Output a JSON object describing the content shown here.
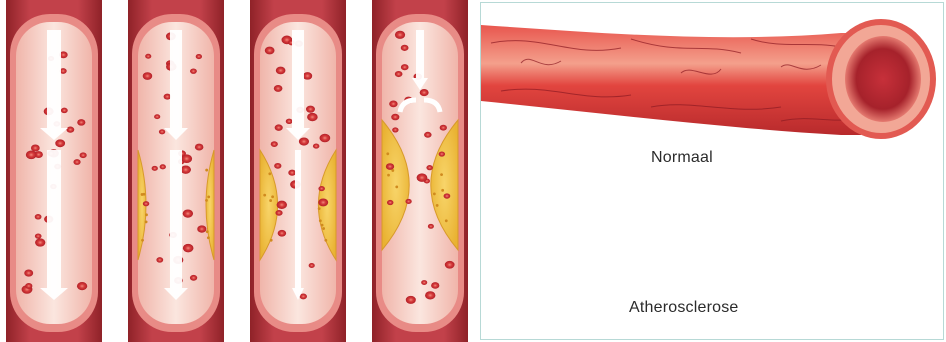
{
  "stages": [
    {
      "id": "stage-1",
      "plaque": "none"
    },
    {
      "id": "stage-2",
      "plaque": "slight"
    },
    {
      "id": "stage-3",
      "plaque": "moderate"
    },
    {
      "id": "stage-4",
      "plaque": "severe"
    }
  ],
  "arteries": {
    "normal": {
      "label": "Normaal"
    },
    "atherosclerosis": {
      "label": "Atherosclerose"
    }
  },
  "colors": {
    "vessel_wall": "#b3343b",
    "vessel_inner": "#e9a7a0",
    "lumen": "#f6ddd6",
    "blood_cell": "#d63b3b",
    "plaque": "#f2c443",
    "arrow": "#ffffff",
    "frame": "#b7d9d6"
  },
  "icons": [
    "flow-arrow-icon",
    "red-blood-cell-icon",
    "plaque-deposit-icon"
  ]
}
